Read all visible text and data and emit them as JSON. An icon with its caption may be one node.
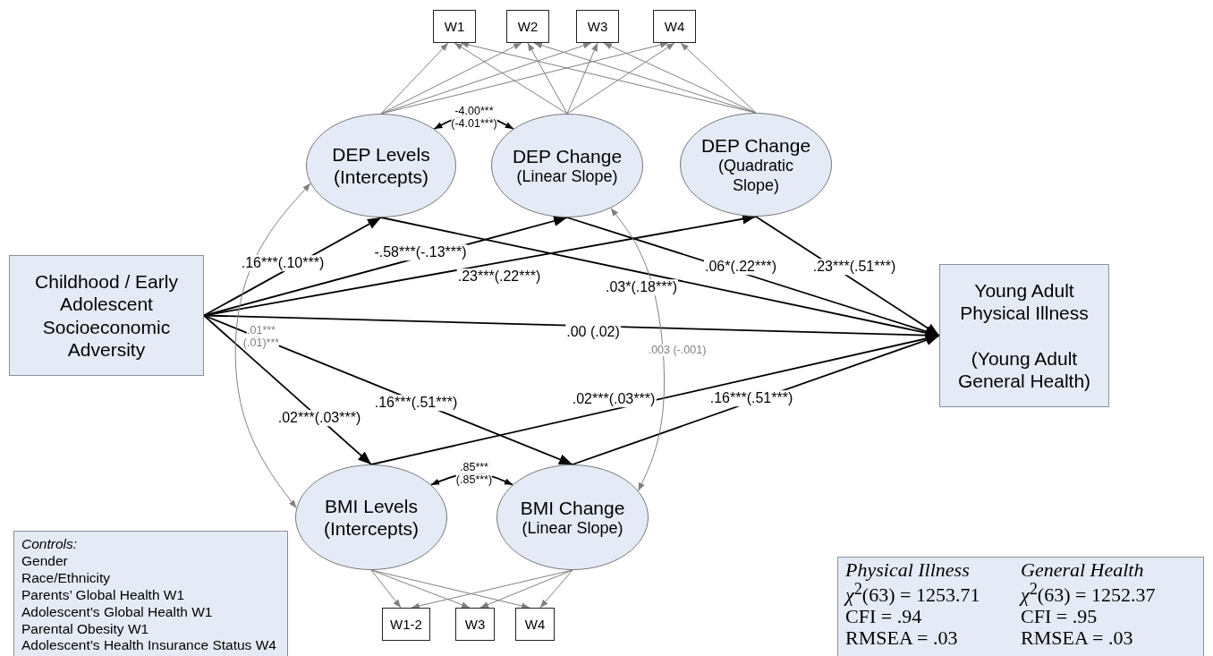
{
  "diagram": {
    "nodes": [
      {
        "text": [
          "Childhood / Early Adolescent Socioeconomic Adversity"
        ]
      },
      {
        "text": [
          "DEP Levels",
          "(Intercepts)"
        ]
      },
      {
        "text": [
          "DEP Change",
          "(Linear Slope)"
        ]
      },
      {
        "text": [
          "DEP Change",
          "(Quadratic Slope)"
        ]
      },
      {
        "text": [
          "Young Adult Physical Illness",
          "(Young Adult General Health)"
        ]
      },
      {
        "text": [
          "BMI Levels",
          "(Intercepts)"
        ]
      },
      {
        "text": [
          "BMI Change",
          "(Linear Slope)"
        ]
      },
      {
        "text": [
          "W1"
        ]
      },
      {
        "text": [
          "W2"
        ]
      },
      {
        "text": [
          "W3"
        ]
      },
      {
        "text": [
          "W4"
        ]
      },
      {
        "text": [
          "W1-2"
        ]
      },
      {
        "text": [
          "W3"
        ]
      },
      {
        "text": [
          "W4"
        ]
      },
      {
        "text": [
          "Controls:",
          "Gender",
          "Race/Ethnicity",
          "Parents’ Global Health W1",
          "Adolescent’s Global Health W1",
          "Parental Obesity W1",
          "Adolescent’s Health Insurance Status W4"
        ]
      },
      {
        "text": [
          "Physical Illness",
          "General Health",
          "*χ*$^{2}$(63) = 1253.71",
          "*χ*$^{2}$(63) = 1252.37",
          "CFI = .94",
          "CFI = .95",
          "RMSEA = .03",
          "RMSEA = .03"
        ]
      }
    ],
    "edges": [
      {
        "from": 0,
        "to": 1,
        "arrow": "to",
        "label": ".16***(.10***)",
        "color": "#000000"
      },
      {
        "from": 0,
        "to": 2,
        "arrow": "to",
        "label": "-.58***(-.13***)",
        "color": "#000000"
      },
      {
        "from": 0,
        "to": 3,
        "arrow": "to",
        "label": ".23***(.22***)",
        "color": "#000000"
      },
      {
        "from": 0,
        "to": 4,
        "arrow": "to",
        "label": ".00 (.02)",
        "color": "#000000"
      },
      {
        "from": 0,
        "to": 5,
        "arrow": "to",
        "label": ".02***(.03***)",
        "color": "#000000"
      },
      {
        "from": 0,
        "to": 6,
        "arrow": "to",
        "label": ".16***(.51***)",
        "color": "#000000"
      },
      {
        "from": 1,
        "to": 4,
        "arrow": "to",
        "label": ".03*(.18***)",
        "color": "#000000"
      },
      {
        "from": 2,
        "to": 4,
        "arrow": "to",
        "label": ".06*(.22***)",
        "color": "#000000"
      },
      {
        "from": 3,
        "to": 4,
        "arrow": "to",
        "label": ".23***(.51***)",
        "color": "#000000"
      },
      {
        "from": 5,
        "to": 4,
        "arrow": "to",
        "label": ".02***(.03***)",
        "color": "#000000"
      },
      {
        "from": 6,
        "to": 4,
        "arrow": "to",
        "label": ".16***(.51***)",
        "color": "#000000"
      },
      {
        "from": 1,
        "to": 2,
        "arrow": "both",
        "label": "-4.00*** (-4.01***)",
        "color": "#000000"
      },
      {
        "from": 1,
        "to": 5,
        "arrow": "both",
        "label": ".01*** (.01)***",
        "color": "#808080"
      },
      {
        "from": 2,
        "to": 6,
        "arrow": "both",
        "label": ".003 (-.001)",
        "color": "#808080"
      },
      {
        "from": 5,
        "to": 6,
        "arrow": "both",
        "label": ".85*** (.85***)",
        "color": "#000000"
      },
      {
        "from": 1,
        "to": 7,
        "arrow": "to",
        "color": "#808080"
      },
      {
        "from": 1,
        "to": 8,
        "arrow": "to",
        "color": "#808080"
      },
      {
        "from": 1,
        "to": 9,
        "arrow": "to",
        "color": "#808080"
      },
      {
        "from": 1,
        "to": 10,
        "arrow": "to",
        "color": "#808080"
      },
      {
        "from": 2,
        "to": 7,
        "arrow": "to",
        "color": "#808080"
      },
      {
        "from": 2,
        "to": 8,
        "arrow": "to",
        "color": "#808080"
      },
      {
        "from": 2,
        "to": 9,
        "arrow": "to",
        "color": "#808080"
      },
      {
        "from": 2,
        "to": 10,
        "arrow": "to",
        "color": "#808080"
      },
      {
        "from": 3,
        "to": 7,
        "arrow": "to",
        "color": "#808080"
      },
      {
        "from": 3,
        "to": 8,
        "arrow": "to",
        "color": "#808080"
      },
      {
        "from": 3,
        "to": 9,
        "arrow": "to",
        "color": "#808080"
      },
      {
        "from": 3,
        "to": 10,
        "arrow": "to",
        "color": "#808080"
      },
      {
        "from": 5,
        "to": 11,
        "arrow": "to",
        "color": "#808080"
      },
      {
        "from": 5,
        "to": 12,
        "arrow": "to",
        "color": "#808080"
      },
      {
        "from": 5,
        "to": 13,
        "arrow": "to",
        "color": "#808080"
      },
      {
        "from": 6,
        "to": 11,
        "arrow": "to",
        "color": "#808080"
      },
      {
        "from": 6,
        "to": 12,
        "arrow": "to",
        "color": "#808080"
      },
      {
        "from": 6,
        "to": 13,
        "arrow": "to",
        "color": "#808080"
      }
    ]
  }
}
